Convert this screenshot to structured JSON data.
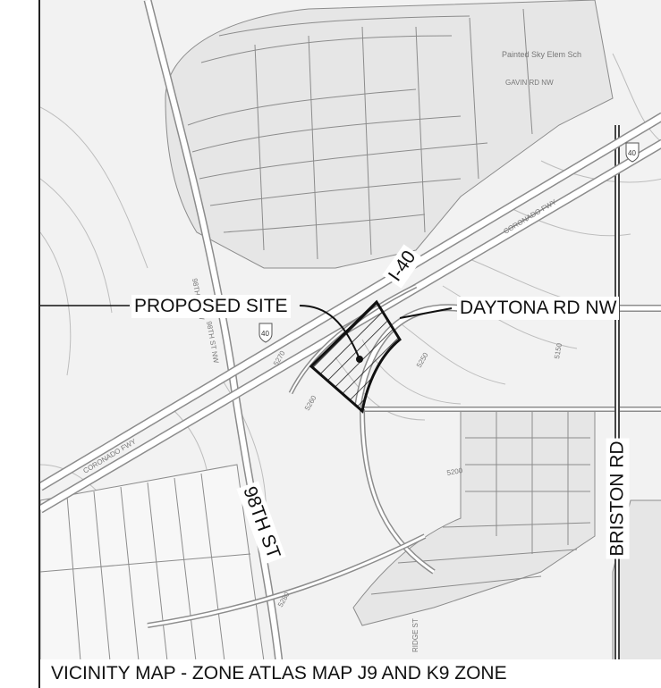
{
  "map": {
    "labels": {
      "proposed_site": "PROPOSED SITE",
      "i40": "I-40",
      "daytona_rd": "DAYTONA RD NW",
      "briston_rd": "BRISTON RD",
      "st_98th": "98TH ST"
    },
    "basemap_labels": {
      "school": "Painted Sky Elem Sch",
      "gavin_rd": "GAVIN RD NW",
      "coronado_fwy_upper": "CORONADO FWY",
      "coronado_fwy_lower": "CORONADO FWY",
      "st_98th_sw": "98TH ST SW",
      "st_98th_nw": "98TH ST NW",
      "interstate_shield": "40",
      "contour_5250": "5250",
      "contour_5200": "5200",
      "contour_5270": "5270",
      "contour_5260": "5260",
      "contour_5150": "5150",
      "contour_5280": "5280",
      "ridge_st": "RIDGE ST"
    },
    "caption": "VICINITY MAP - ZONE ATLAS MAP J9 AND K9 ZONE",
    "colors": {
      "background": "#f2f2f2",
      "streets": "#ffffff",
      "street_casing": "#8c8c8c",
      "blocks": "#e6e6e6",
      "contours": "#bdbdbd",
      "site_outline": "#111111"
    }
  }
}
